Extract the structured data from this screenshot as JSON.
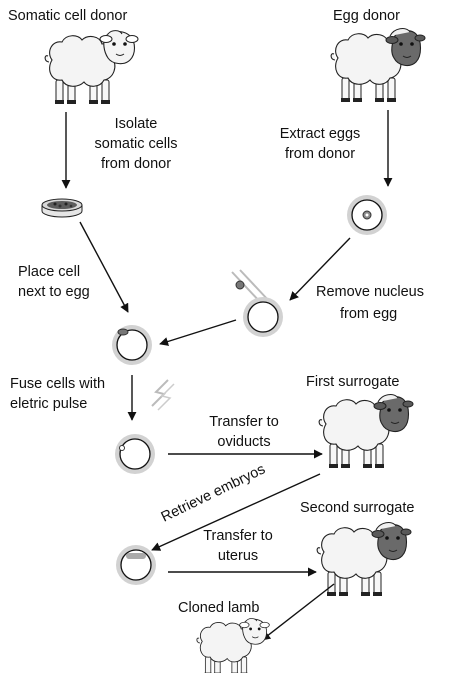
{
  "labels": {
    "somatic_cell_donor": "Somatic cell donor",
    "egg_donor": "Egg donor",
    "isolate_somatic_1": "Isolate",
    "isolate_somatic_2": "somatic cells",
    "isolate_somatic_3": "from donor",
    "extract_eggs_1": "Extract eggs",
    "extract_eggs_2": "from donor",
    "place_cell_1": "Place cell",
    "place_cell_2": "next to egg",
    "remove_nucleus_1": "Remove nucleus",
    "remove_nucleus_2": "from egg",
    "fuse_cells_1": "Fuse cells with",
    "fuse_cells_2": "eletric pulse",
    "first_surrogate": "First surrogate",
    "transfer_oviducts_1": "Transfer to",
    "transfer_oviducts_2": "oviducts",
    "retrieve_embryos": "Retrieve embryos",
    "second_surrogate": "Second surrogate",
    "transfer_uterus_1": "Transfer to",
    "transfer_uterus_2": "uterus",
    "cloned_lamb": "Cloned lamb"
  },
  "colors": {
    "white_face": "#f4f4f4",
    "dark_face": "#6a6a6a",
    "cell_halo": "#d2d2d2",
    "nucleus": "#8a8a8a",
    "line": "#111111"
  },
  "icons": {
    "somatic_donor": "white-faced-sheep-icon",
    "egg_donor": "dark-faced-sheep-icon",
    "first_surrogate": "dark-faced-sheep-icon",
    "second_surrogate": "dark-faced-sheep-icon",
    "cloned_lamb": "white-faced-lamb-icon",
    "dish": "petri-dish-icon",
    "egg": "egg-cell-icon",
    "pipette": "micropipette-icon",
    "pulse": "electric-pulse-icon"
  }
}
